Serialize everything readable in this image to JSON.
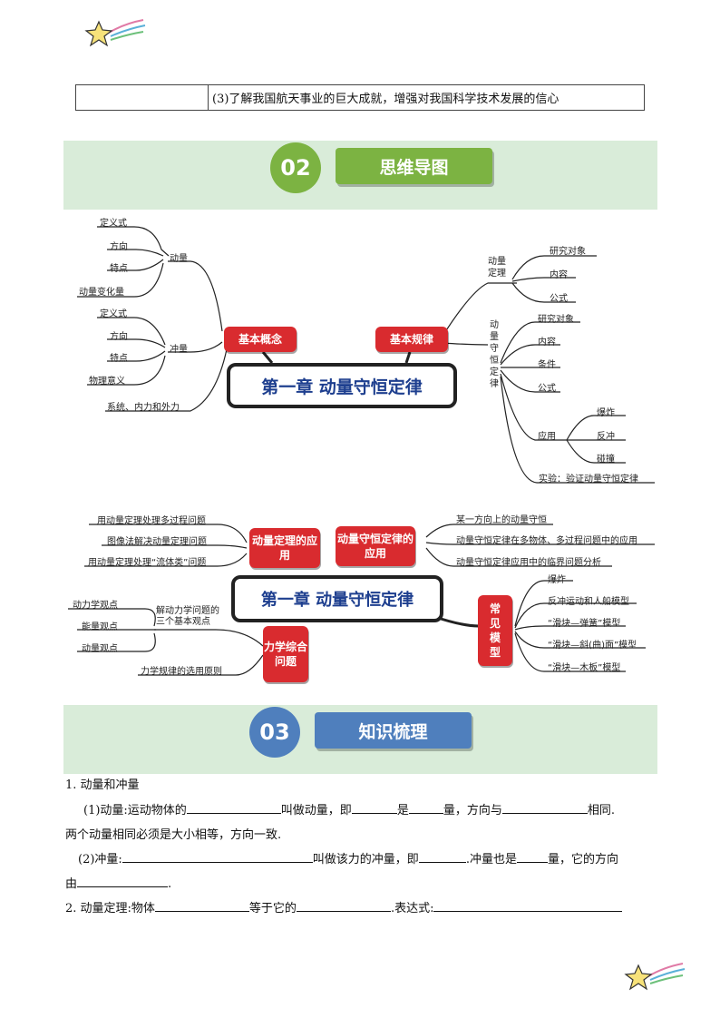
{
  "table_row": {
    "cell2": "(3)了解我国航天事业的巨大成就，增强对我国科学技术发展的信心"
  },
  "section2": {
    "num": "02",
    "title": "思维导图",
    "color": "#7cb342"
  },
  "section3": {
    "num": "03",
    "title": "知识梳理",
    "color": "#4f7fbd"
  },
  "map1": {
    "center": "第一章 动量守恒定律",
    "left_node": "基本概念",
    "right_node": "基本规律",
    "dongliang": "动量",
    "dongliang_items": [
      "定义式",
      "方向",
      "特点",
      "动量变化量"
    ],
    "chongliang": "冲量",
    "chongliang_items": [
      "定义式",
      "方向",
      "特点",
      "物理意义"
    ],
    "system": "系统、内力和外力",
    "theorem": "动量定理",
    "theorem_items": [
      "研究对象",
      "内容",
      "公式"
    ],
    "conservation": "动量守恒定律",
    "conservation_items": [
      "研究对象",
      "内容",
      "条件",
      "公式"
    ],
    "application": "应用",
    "application_items": [
      "爆炸",
      "反冲",
      "碰撞"
    ],
    "experiment": "实验：验证动量守恒定律"
  },
  "map2": {
    "center": "第一章 动量守恒定律",
    "node_a": "动量定理的应用",
    "node_b": "动量守恒定律的应用",
    "node_c": "力学综合问题",
    "node_d": "常见模型",
    "a_items": [
      "用动量定理处理多过程问题",
      "图像法解决动量定理问题",
      "用动量定理处理“流体类”问题"
    ],
    "b_items": [
      "某一方向上的动量守恒",
      "动量守恒定律在多物体、多过程问题中的应用",
      "动量守恒定律应用中的临界问题分析"
    ],
    "c_sub": "解动力学问题的三个基本观点",
    "c_sub_items": [
      "动力学观点",
      "能量观点",
      "动量观点"
    ],
    "c_rule": "力学规律的选用原则",
    "d_items": [
      "爆炸",
      "反冲运动和人船模型",
      "“滑块—弹簧”模型",
      "“滑块—斜(曲)面”模型",
      "“滑块—木板”模型"
    ]
  },
  "knowledge": {
    "h1": "1. 动量和冲量",
    "p1a": "(1)动量:运动物体的",
    "p1b": "叫做动量，即",
    "p1c": "是",
    "p1d": "量，方向与",
    "p1e": "相同.",
    "p1f": "两个动量相同必须是大小相等，方向一致.",
    "p2a": "(2)冲量:",
    "p2b": "叫做该力的冲量，即",
    "p2c": ".冲量也是",
    "p2d": "量，它的方向",
    "p2e": "由",
    "p2f": ".",
    "h2a": "2. 动量定理:物体",
    "h2b": "等于它的",
    "h2c": ".表达式:"
  }
}
